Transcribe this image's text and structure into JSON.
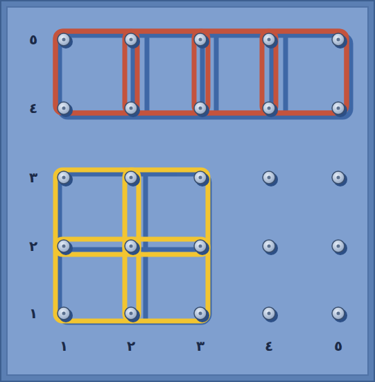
{
  "diagram": {
    "labels": [
      "٥",
      "٤",
      "٣",
      "٢",
      "١",
      "١",
      "٢",
      "٣",
      "٤",
      "٥"
    ]
  }
}
